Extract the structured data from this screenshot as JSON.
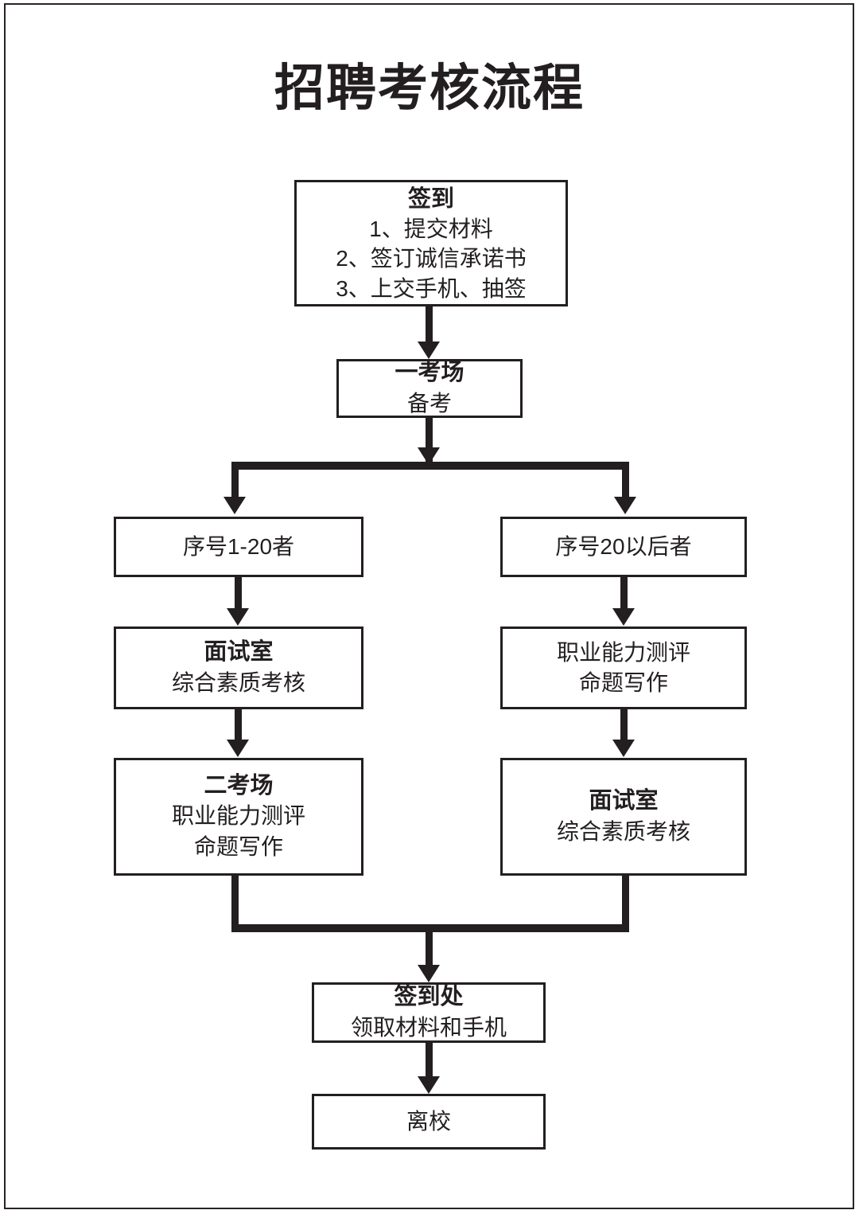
{
  "document": {
    "title": "招聘考核流程"
  },
  "chart_data": {
    "type": "diagram",
    "title": "招聘考核流程",
    "nodes": [
      {
        "id": "signin",
        "title": "签到",
        "items": [
          "1、提交材料",
          "2、签订诚信承诺书",
          "3、上交手机、抽签"
        ]
      },
      {
        "id": "room1",
        "title": "一考场",
        "sub": "备考"
      },
      {
        "id": "left-1",
        "title": "",
        "sub": "序号1-20者"
      },
      {
        "id": "right-1",
        "title": "",
        "sub": "序号20以后者"
      },
      {
        "id": "left-2",
        "title": "面试室",
        "sub": "综合素质考核"
      },
      {
        "id": "right-2",
        "title": "",
        "sub1": "职业能力测评",
        "sub2": "命题写作"
      },
      {
        "id": "left-3",
        "title": "二考场",
        "sub1": "职业能力测评",
        "sub2": "命题写作"
      },
      {
        "id": "right-3",
        "title": "面试室",
        "sub": "综合素质考核"
      },
      {
        "id": "desk",
        "title": "签到处",
        "sub": "领取材料和手机"
      },
      {
        "id": "leave",
        "title": "",
        "sub": "离校"
      }
    ],
    "edges": [
      {
        "from": "signin",
        "to": "room1"
      },
      {
        "from": "room1",
        "to": "left-1"
      },
      {
        "from": "room1",
        "to": "right-1"
      },
      {
        "from": "left-1",
        "to": "left-2"
      },
      {
        "from": "left-2",
        "to": "left-3"
      },
      {
        "from": "right-1",
        "to": "right-2"
      },
      {
        "from": "right-2",
        "to": "right-3"
      },
      {
        "from": "left-3",
        "to": "desk"
      },
      {
        "from": "right-3",
        "to": "desk"
      },
      {
        "from": "desk",
        "to": "leave"
      }
    ],
    "colors": {
      "line": "#231f20",
      "box_fill": "#ffffff",
      "text": "#231f20"
    }
  }
}
